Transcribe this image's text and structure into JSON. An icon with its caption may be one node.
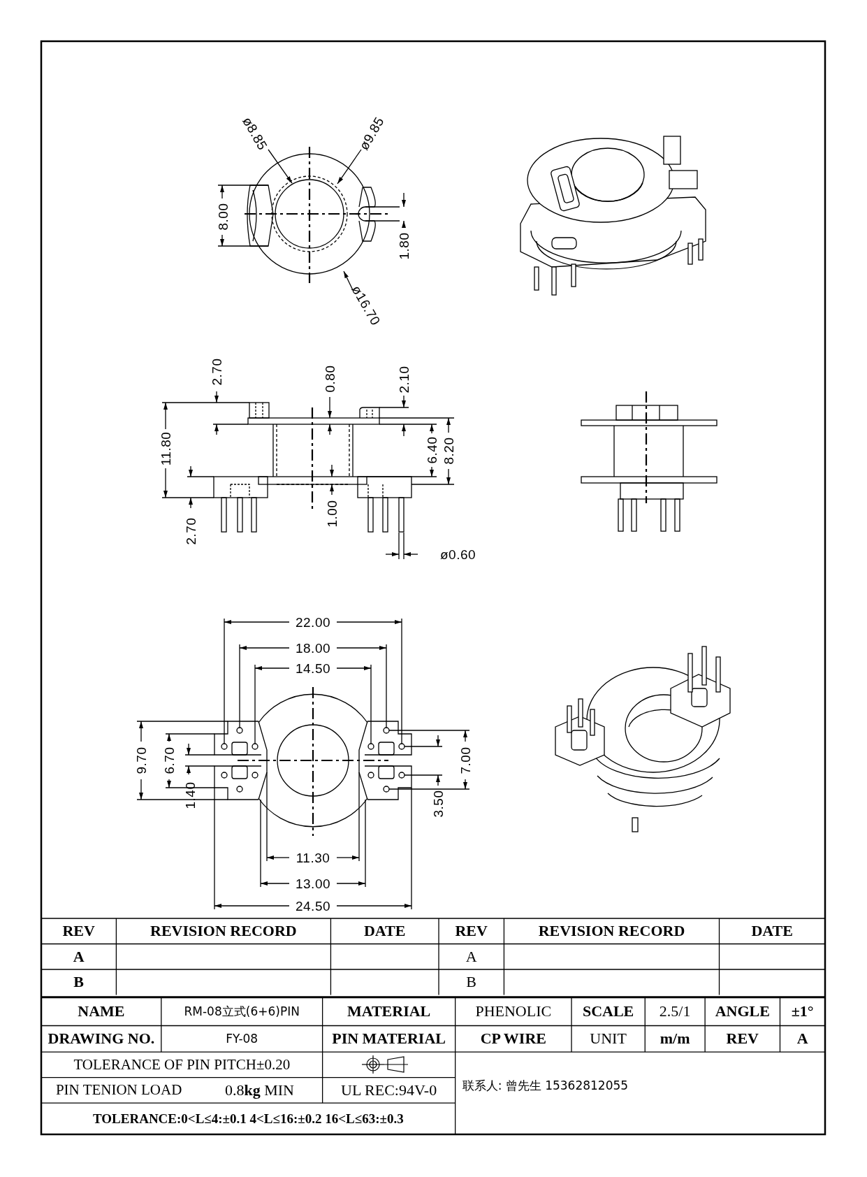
{
  "diagram": {
    "labels": [
      "ø8.85",
      "ø9.85",
      "8.00",
      "1.80",
      "ø16.70",
      "2.70",
      "0.80",
      "2.10",
      "11.80",
      "6.40",
      "8.20",
      "2.70",
      "1.00",
      "ø0.60",
      "22.00",
      "18.00",
      "14.50",
      "9.70",
      "6.70",
      "7.00",
      "1.40",
      "3.50",
      "11.30",
      "13.00",
      "24.50",
      "REV",
      "REVISION RECORD",
      "DATE",
      "REV",
      "REVISION RECORD",
      "DATE",
      "A",
      "A",
      "B",
      "B",
      "NAME",
      "RM-08立式(6+6)PIN",
      "MATERIAL",
      "PHENOLIC",
      "SCALE",
      "2.5/1",
      "ANGLE",
      "±1°",
      "DRAWING NO.",
      "FY-08",
      "PIN MATERIAL",
      "CP WIRE",
      "UNIT",
      "m/m",
      "REV",
      "A",
      "TOLERANCE OF PIN PITCH±0.20",
      "PIN TENION LOAD",
      "0.8**kg** MIN",
      "UL REC:94V-0",
      "TOLERANCE:0<L≤4:±0.1  4<L≤16:±0.2  16<L≤63:±0.3",
      "联系人: 曾先生 15362812055"
    ]
  }
}
